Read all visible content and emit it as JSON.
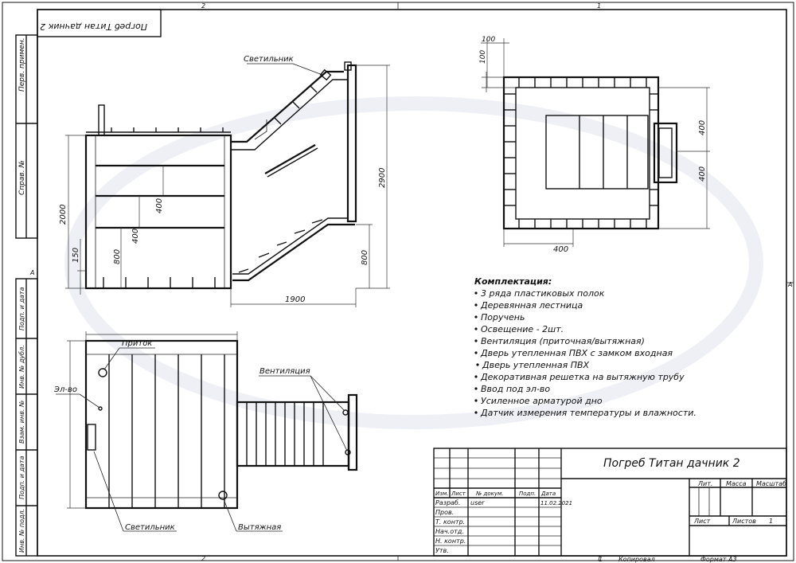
{
  "title": "Погреб Титан дачник 2",
  "side_labels": {
    "perv_primen": "Перв. примен.",
    "sprav_no": "Справ. №",
    "podp_data_1": "Подп. и дата",
    "inv_dubl": "Инв. № дубл.",
    "vzam_inv": "Взам. инв. №",
    "podp_data_2": "Подп. и дата",
    "inv_podl": "Инв. № подл."
  },
  "zones": {
    "top_left": "2",
    "top_right": "1",
    "bottom_left": "2",
    "bottom_right": "1",
    "side_left": "A",
    "side_right": "A"
  },
  "labels": {
    "svetilnik_top": "Светильник",
    "pritok": "Приток",
    "el_vo": "Эл-во",
    "ventilyatsiya": "Вентиляция",
    "svetilnik_bottom": "Светильник",
    "vytyazhnaya": "Вытяжная"
  },
  "dimensions": {
    "d100_h": "100",
    "d100_v": "100",
    "d400_plan_right_1": "400",
    "d400_plan_right_2": "400",
    "d400_plan_bottom": "400",
    "d2000": "2000",
    "d150": "150",
    "d800_left": "800",
    "d400_mid_1": "400",
    "d400_mid_2": "400",
    "d2900": "2900",
    "d800_right": "800",
    "d1900": "1900"
  },
  "kit": {
    "heading": "Комплектация:",
    "items": [
      "3 ряда пластиковых полок",
      "Деревянная лестница",
      "Поручень",
      "Освещение - 2шт.",
      "Вентиляция (приточная/вытяжная)",
      "Дверь утепленная ПВХ с замком входная",
      "Дверь утепленная ПВХ",
      "Декоративная решетка на вытяжную трубу",
      "Ввод под эл-во",
      "Усиленное арматурой дно",
      "Датчик измерения температуры и влажности."
    ]
  },
  "stamp": {
    "header_cols": [
      "Изм.",
      "Лист",
      "№ докум.",
      "Подп.",
      "Дата"
    ],
    "rows": [
      "Разраб.",
      "Пров.",
      "Т. контр.",
      "Нач.отд.",
      "Н. контр.",
      "Утв."
    ],
    "developer": "user",
    "date": "11.02.2021",
    "lit": "Лит.",
    "massa": "Масса",
    "masshtab": "Масштаб",
    "list": "Лист",
    "listov": "Листов",
    "listov_value": "1"
  },
  "footer": {
    "copy_num": "1",
    "kopiroval": "Копировал",
    "format": "Формат А3"
  }
}
